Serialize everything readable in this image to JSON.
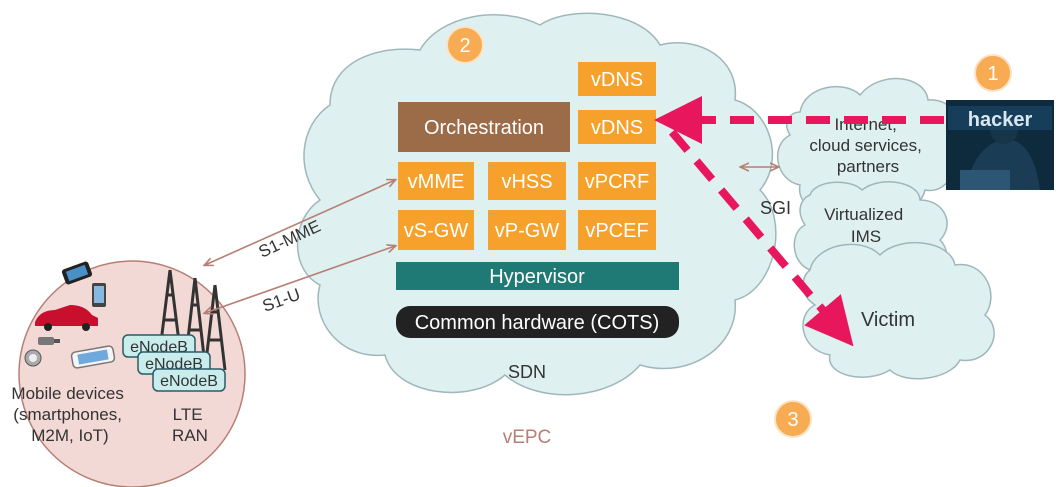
{
  "colors": {
    "cloud_fill": "#dff0f1",
    "cloud_stroke": "#9fb7bb",
    "box_orange": "#f5a12b",
    "orchestration": "#9c6b48",
    "hypervisor": "#1f7a76",
    "hardware": "#222222",
    "attack_arrow": "#e8175d",
    "link_arrow": "#b67f74",
    "circle_fill": "#f3d9d6",
    "circle_stroke": "#b67f74",
    "badge_fill": "#f7ab52",
    "vepc_text": "#b67f74"
  },
  "badges": [
    "1",
    "2",
    "3"
  ],
  "vepc": {
    "boxes": {
      "vdns_top": "vDNS",
      "orchestration": "Orchestration",
      "vdns": "vDNS",
      "vmme": "vMME",
      "vhss": "vHSS",
      "vpcrf": "vPCRF",
      "vsgw": "vS-GW",
      "vpgw": "vP-GW",
      "vpcef": "vPCEF"
    },
    "hypervisor": "Hypervisor",
    "hardware": "Common hardware (COTS)",
    "sdn_label": "SDN",
    "caption": "vEPC"
  },
  "links": {
    "s1_mme": "S1-MME",
    "s1_u": "S1-U",
    "sgi": "SGI"
  },
  "ran": {
    "enodeb": [
      "eNodeB",
      "eNodeB",
      "eNodeB"
    ],
    "devices_label": [
      "Mobile devices",
      "(smartphones,",
      "M2M, IoT)"
    ],
    "ran_label": [
      "LTE",
      "RAN"
    ]
  },
  "external": {
    "internet_label": [
      "Internet,",
      "cloud services,",
      "partners"
    ],
    "ims_label": [
      "Virtualized",
      "IMS"
    ],
    "victim_label": "Victim",
    "hacker_label": "hacker"
  }
}
